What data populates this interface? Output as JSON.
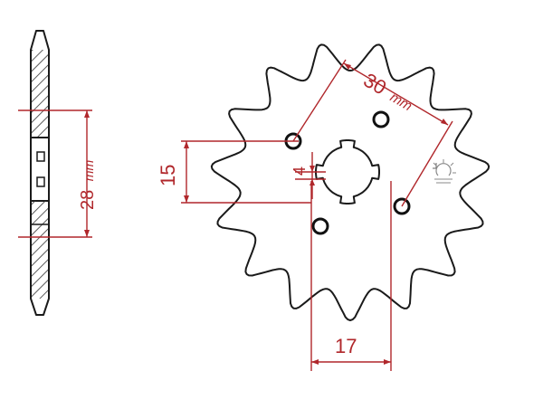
{
  "diagram": {
    "side_view": {
      "thickness_value": "28",
      "thickness_unit": "mm"
    },
    "front_view": {
      "tooth_count": 15,
      "bolt_spacing_value": "30",
      "bolt_spacing_unit": "mm",
      "spline_depth_value": "15",
      "spline_width_value": "4",
      "bore_offset_value": "17"
    },
    "colors": {
      "outline": "#1a1a1a",
      "dimension": "#b0272b",
      "hatch": "#333333"
    },
    "icons": [
      "rotation-direction-icon"
    ]
  }
}
